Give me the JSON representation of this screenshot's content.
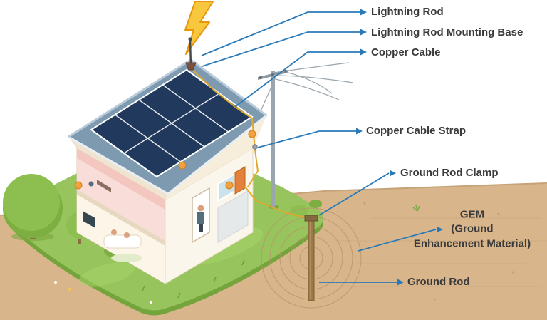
{
  "figure": {
    "type": "diagram",
    "subject": "Lightning protection and grounding system on a solar-panel house"
  },
  "labels": {
    "lightning_rod": "Lightning Rod",
    "lightning_rod_mounting_base": "Lightning Rod Mounting Base",
    "copper_cable": "Copper Cable",
    "copper_cable_strap": "Copper Cable Strap",
    "ground_rod_clamp": "Ground Rod Clamp",
    "gem": "GEM\n(Ground\nEnhancement Material)",
    "ground_rod": "Ground Rod"
  },
  "colors": {
    "arrow": "#2b7ab8",
    "text": "#3a3a3a",
    "lightning": "#f7c73d",
    "soil": "#d8b58a",
    "grass": "#97c45c",
    "solar_panel": "#20395c",
    "roof": "#7e9ab0",
    "copper_cable": "#e0a92e",
    "ground_rod": "#9c7a48"
  },
  "icons": [
    "lightning-bolt-icon",
    "lightning-rod-icon",
    "mounting-base-icon",
    "solar-panel-array",
    "utility-pole",
    "copper-cable-line",
    "cable-strap-icon",
    "ground-rod-graphic",
    "ground-rod-clamp-icon",
    "gem-rings"
  ]
}
